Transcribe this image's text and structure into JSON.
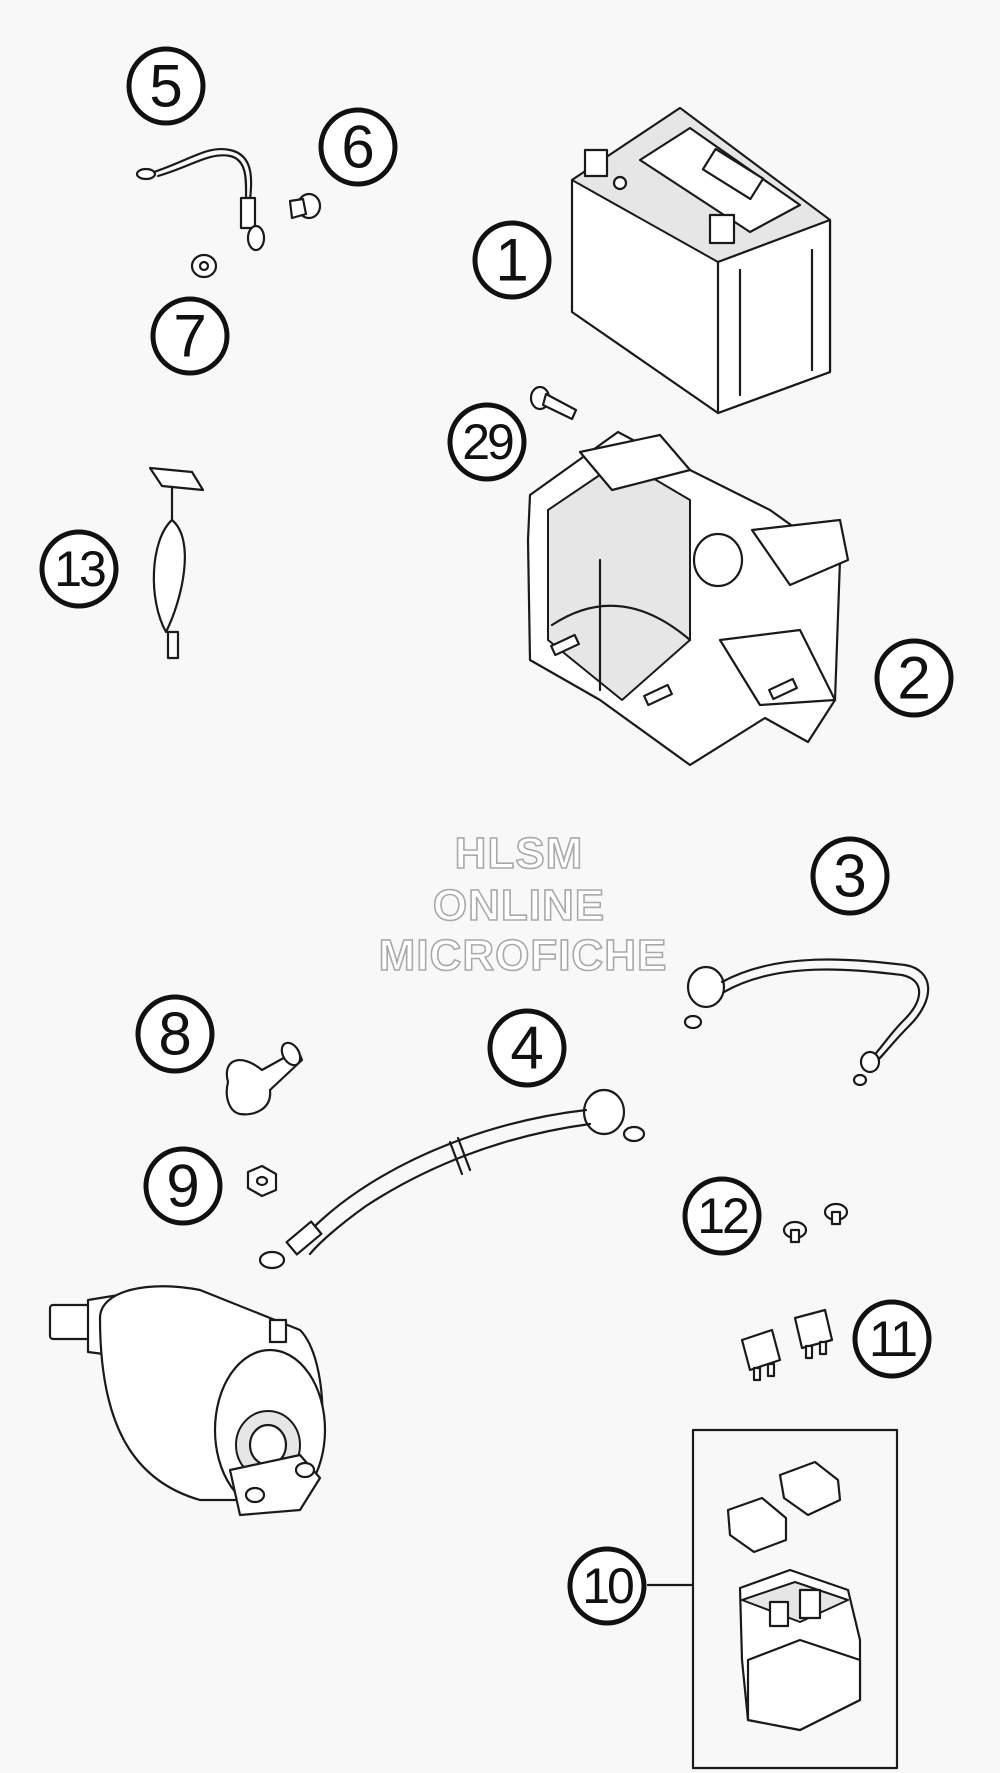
{
  "callouts": {
    "c1": "1",
    "c2": "2",
    "c3": "3",
    "c4": "4",
    "c5": "5",
    "c6": "6",
    "c7": "7",
    "c8": "8",
    "c9": "9",
    "c10": "10",
    "c11": "11",
    "c12": "12",
    "c13": "13",
    "c29": "29"
  },
  "watermark": {
    "line1": "HLSM",
    "line2": "ONLINE",
    "line3": "MICROFICHE"
  },
  "colors": {
    "background": "#f8f8f8",
    "line": "#1a1a1a",
    "watermark_stroke": "#a9a9a9"
  }
}
